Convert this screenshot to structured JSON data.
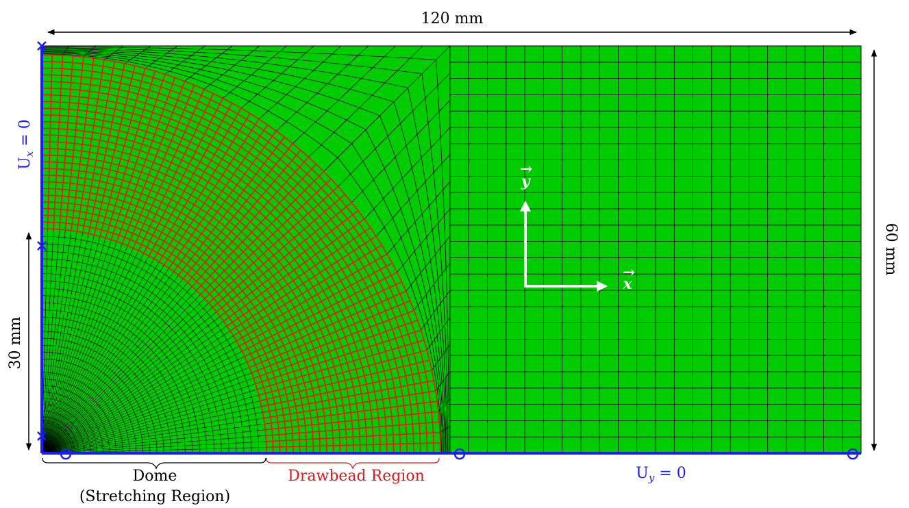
{
  "dimensions": {
    "width_label": "120 mm",
    "height_label": "60 mm",
    "dome_label": "30 mm"
  },
  "regions": {
    "dome_line1": "Dome",
    "dome_line2": "(Stretching Region)",
    "drawbead": "Drawbead Region"
  },
  "boundary_conditions": {
    "ux": "U",
    "ux_sub": "x",
    "ux_rest": " = 0",
    "uy": "U",
    "uy_sub": "y",
    "uy_rest": " = 0"
  },
  "axes": {
    "x_label": "x",
    "y_label": "y",
    "vec_mark": "→"
  },
  "colors": {
    "sheet_fill": "#00cc00",
    "mesh_lines": "#000000",
    "drawbead_mesh": "#e31a1c",
    "boundary": "#1a1aff",
    "axis_arrows": "#ffffff"
  }
}
